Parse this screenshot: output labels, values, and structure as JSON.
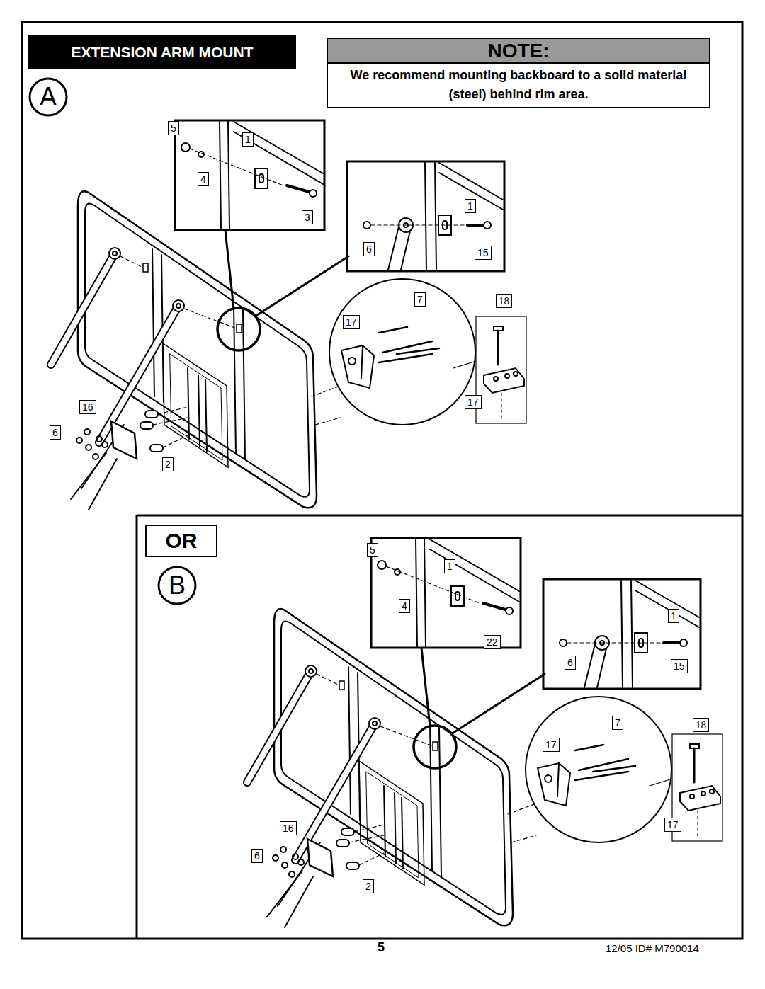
{
  "diagram": {
    "nodes": [
      {
        "text": [
          "EXTENSION ARM MOUNT"
        ]
      },
      {
        "text": [
          "NOTE:",
          "We recommend mounting backboard to a solid material (steel) behind rim area."
        ]
      },
      {
        "text": [
          "A"
        ]
      },
      {
        "text": [
          "OR"
        ]
      },
      {
        "text": [
          "B"
        ]
      }
    ],
    "labels": [
      "5",
      "1",
      "4",
      "3",
      "1",
      "6",
      "15",
      "7",
      "18",
      "17",
      "17",
      "16",
      "6",
      "2",
      "5",
      "1",
      "4",
      "22",
      "1",
      "6",
      "15",
      "7",
      "18",
      "17",
      "17",
      "16",
      "6",
      "2",
      "5",
      "12/05 ID# M790014"
    ]
  }
}
